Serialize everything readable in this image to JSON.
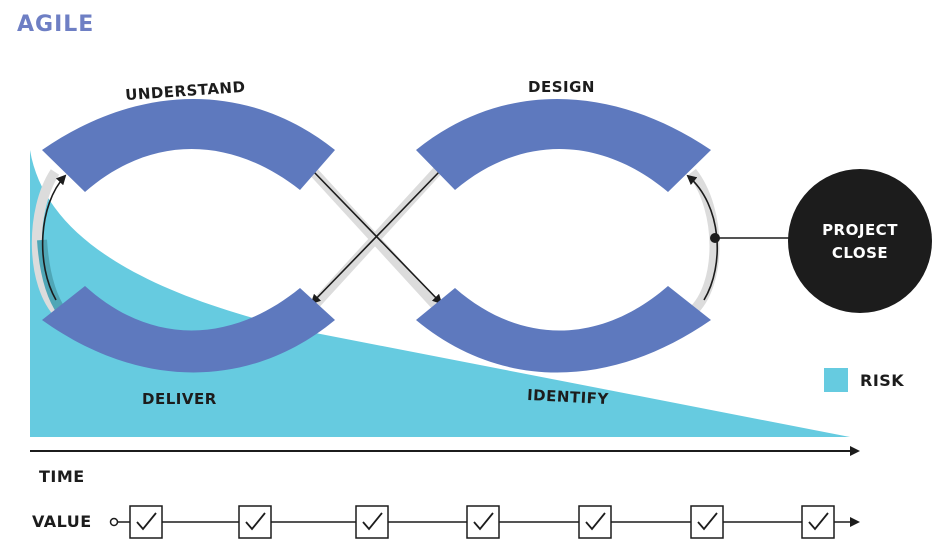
{
  "title": "AGILE",
  "segments": {
    "understand": "UNDERSTAND",
    "design": "DESIGN",
    "deliver": "DELIVER",
    "identify": "IDENTIFY"
  },
  "project_close": {
    "line1": "PROJECT",
    "line2": "CLOSE"
  },
  "legend": {
    "risk_label": "RISK",
    "risk_color": "#66cbe0"
  },
  "axes": {
    "time_label": "TIME",
    "value_label": "VALUE"
  },
  "value_checkpoints": 7,
  "colors": {
    "segment": "#5e79be",
    "risk": "#66cbe0",
    "track": "#dcdcdc",
    "close_circle": "#1c1c1c",
    "title": "#6e7fc4"
  }
}
